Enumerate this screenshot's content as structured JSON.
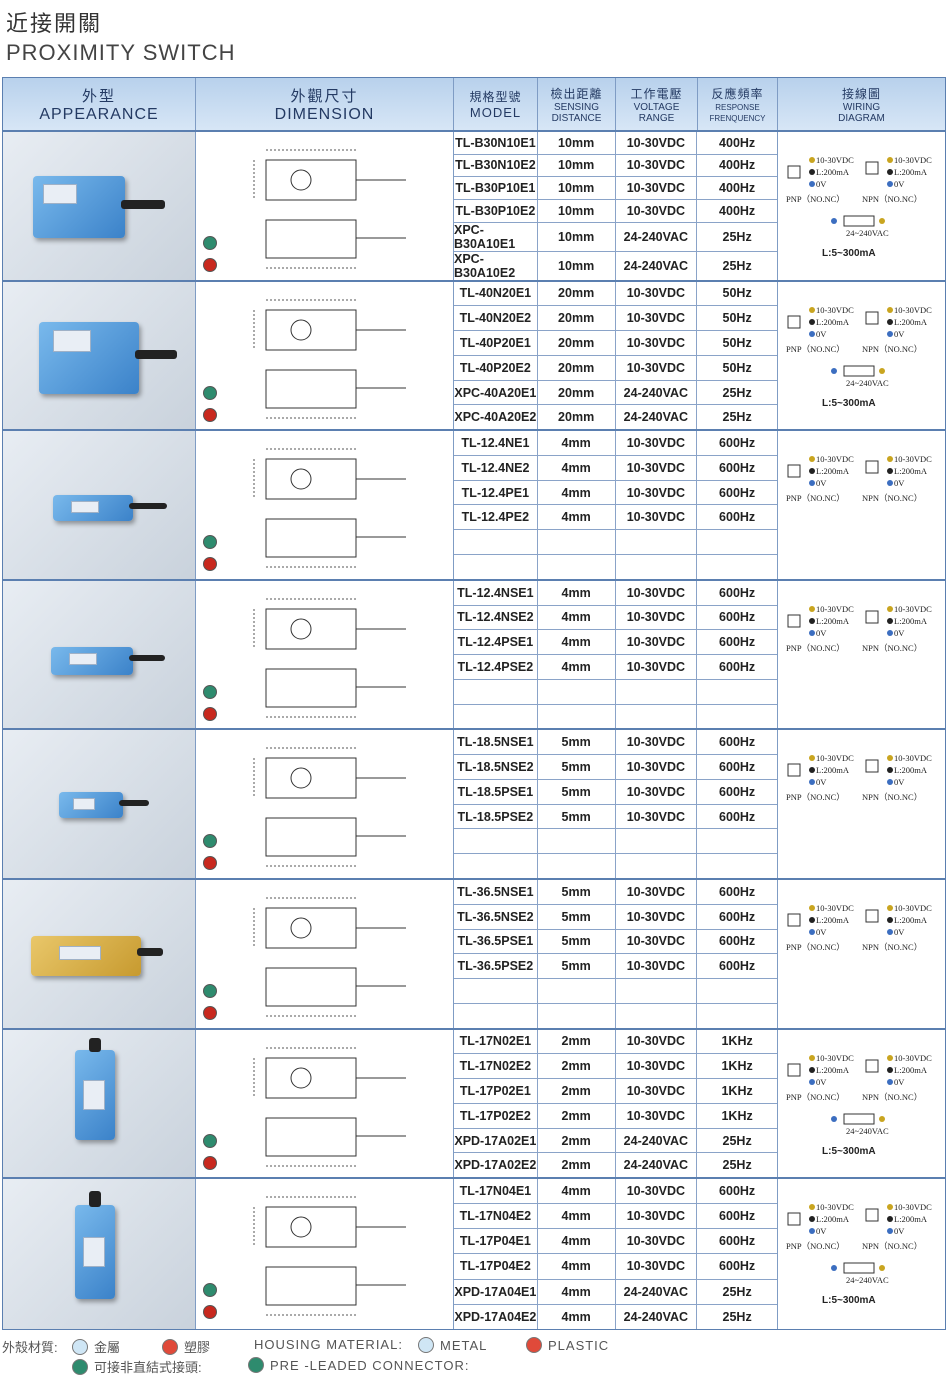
{
  "title": {
    "zh": "近接開關",
    "en": "PROXIMITY SWITCH"
  },
  "headers": {
    "appearance": {
      "zh": "外型",
      "en": "APPEARANCE"
    },
    "dimension": {
      "zh": "外觀尺寸",
      "en": "DIMENSION"
    },
    "model": {
      "zh": "規格型號",
      "en": "MODEL"
    },
    "distance": {
      "zh": "檢出距離",
      "en1": "SENSING",
      "en2": "DISTANCE"
    },
    "voltage": {
      "zh": "工作電壓",
      "en1": "VOLTAGE",
      "en2": "RANGE"
    },
    "frequency": {
      "zh": "反應頻率",
      "en1": "RESPONSE",
      "en2": "FRENQUENCY"
    },
    "wiring": {
      "zh": "接線圖",
      "en1": "WIRING",
      "en2": "DIAGRAM"
    }
  },
  "groups": [
    {
      "rows": [
        [
          "TL-B30N10E1",
          "10mm",
          "10-30VDC",
          "400Hz"
        ],
        [
          "TL-B30N10E2",
          "10mm",
          "10-30VDC",
          "400Hz"
        ],
        [
          "TL-B30P10E1",
          "10mm",
          "10-30VDC",
          "400Hz"
        ],
        [
          "TL-B30P10E2",
          "10mm",
          "10-30VDC",
          "400Hz"
        ],
        [
          "XPC-B30A10E1",
          "10mm",
          "24-240VAC",
          "25Hz"
        ],
        [
          "XPC-B30A10E2",
          "10mm",
          "24-240VAC",
          "25Hz"
        ]
      ],
      "ac": true
    },
    {
      "rows": [
        [
          "TL-40N20E1",
          "20mm",
          "10-30VDC",
          "50Hz"
        ],
        [
          "TL-40N20E2",
          "20mm",
          "10-30VDC",
          "50Hz"
        ],
        [
          "TL-40P20E1",
          "20mm",
          "10-30VDC",
          "50Hz"
        ],
        [
          "TL-40P20E2",
          "20mm",
          "10-30VDC",
          "50Hz"
        ],
        [
          "XPC-40A20E1",
          "20mm",
          "24-240VAC",
          "25Hz"
        ],
        [
          "XPC-40A20E2",
          "20mm",
          "24-240VAC",
          "25Hz"
        ]
      ],
      "ac": true
    },
    {
      "rows": [
        [
          "TL-12.4NE1",
          "4mm",
          "10-30VDC",
          "600Hz"
        ],
        [
          "TL-12.4NE2",
          "4mm",
          "10-30VDC",
          "600Hz"
        ],
        [
          "TL-12.4PE1",
          "4mm",
          "10-30VDC",
          "600Hz"
        ],
        [
          "TL-12.4PE2",
          "4mm",
          "10-30VDC",
          "600Hz"
        ],
        [
          "",
          "",
          "",
          ""
        ],
        [
          "",
          "",
          "",
          ""
        ]
      ],
      "ac": false
    },
    {
      "rows": [
        [
          "TL-12.4NSE1",
          "4mm",
          "10-30VDC",
          "600Hz"
        ],
        [
          "TL-12.4NSE2",
          "4mm",
          "10-30VDC",
          "600Hz"
        ],
        [
          "TL-12.4PSE1",
          "4mm",
          "10-30VDC",
          "600Hz"
        ],
        [
          "TL-12.4PSE2",
          "4mm",
          "10-30VDC",
          "600Hz"
        ],
        [
          "",
          "",
          "",
          ""
        ],
        [
          "",
          "",
          "",
          ""
        ]
      ],
      "ac": false
    },
    {
      "rows": [
        [
          "TL-18.5NSE1",
          "5mm",
          "10-30VDC",
          "600Hz"
        ],
        [
          "TL-18.5NSE2",
          "5mm",
          "10-30VDC",
          "600Hz"
        ],
        [
          "TL-18.5PSE1",
          "5mm",
          "10-30VDC",
          "600Hz"
        ],
        [
          "TL-18.5PSE2",
          "5mm",
          "10-30VDC",
          "600Hz"
        ],
        [
          "",
          "",
          "",
          ""
        ],
        [
          "",
          "",
          "",
          ""
        ]
      ],
      "ac": false
    },
    {
      "rows": [
        [
          "TL-36.5NSE1",
          "5mm",
          "10-30VDC",
          "600Hz"
        ],
        [
          "TL-36.5NSE2",
          "5mm",
          "10-30VDC",
          "600Hz"
        ],
        [
          "TL-36.5PSE1",
          "5mm",
          "10-30VDC",
          "600Hz"
        ],
        [
          "TL-36.5PSE2",
          "5mm",
          "10-30VDC",
          "600Hz"
        ],
        [
          "",
          "",
          "",
          ""
        ],
        [
          "",
          "",
          "",
          ""
        ]
      ],
      "ac": false
    },
    {
      "rows": [
        [
          "TL-17N02E1",
          "2mm",
          "10-30VDC",
          "1KHz"
        ],
        [
          "TL-17N02E2",
          "2mm",
          "10-30VDC",
          "1KHz"
        ],
        [
          "TL-17P02E1",
          "2mm",
          "10-30VDC",
          "1KHz"
        ],
        [
          "TL-17P02E2",
          "2mm",
          "10-30VDC",
          "1KHz"
        ],
        [
          "XPD-17A02E1",
          "2mm",
          "24-240VAC",
          "25Hz"
        ],
        [
          "XPD-17A02E2",
          "2mm",
          "24-240VAC",
          "25Hz"
        ]
      ],
      "ac": true
    },
    {
      "rows": [
        [
          "TL-17N04E1",
          "4mm",
          "10-30VDC",
          "600Hz"
        ],
        [
          "TL-17N04E2",
          "4mm",
          "10-30VDC",
          "600Hz"
        ],
        [
          "TL-17P04E1",
          "4mm",
          "10-30VDC",
          "600Hz"
        ],
        [
          "TL-17P04E2",
          "4mm",
          "10-30VDC",
          "600Hz"
        ],
        [
          "XPD-17A04E1",
          "4mm",
          "24-240VAC",
          "25Hz"
        ],
        [
          "XPD-17A04E2",
          "4mm",
          "24-240VAC",
          "25Hz"
        ]
      ],
      "ac": true
    }
  ],
  "wiring": {
    "vdc": "10-30VDC",
    "load": "L:200mA",
    "zero": "0V",
    "pnp": "PNP（NO.NC）",
    "npn": "NPN（NO.NC）",
    "vac": "24~240VAC",
    "ac_load": "L:5~300mA"
  },
  "legend": {
    "zh_housing": "外殼材質:",
    "zh_metal": "金屬",
    "zh_plastic": "塑膠",
    "en_housing": "HOUSING MATERIAL:",
    "en_metal": "METAL",
    "en_plastic": "PLASTIC",
    "zh_connector": "可接非直結式接頭:",
    "en_connector": "PRE -LEADED CONNECTOR:"
  },
  "colors": {
    "metal": "#cfe6f5",
    "plastic": "#e04a3a",
    "connector": "#2e8b6e",
    "header": "#b8d1ec"
  }
}
